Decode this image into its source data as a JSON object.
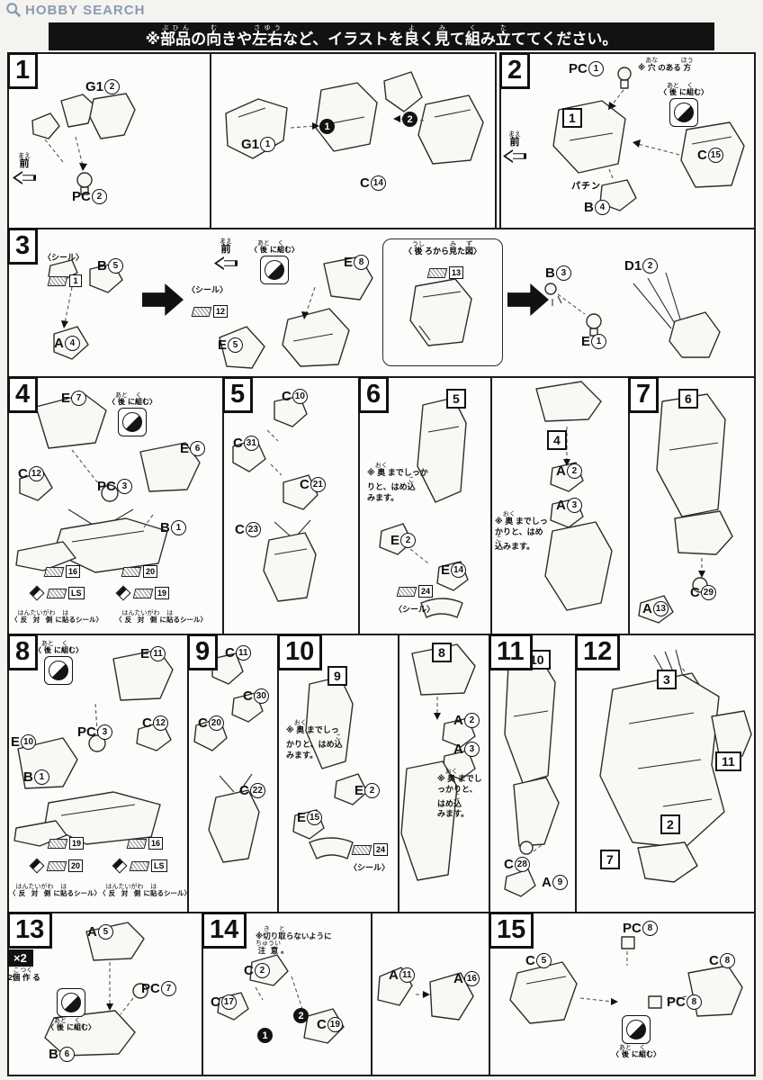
{
  "page": {
    "logo": "HOBBY SEARCH",
    "banner": [
      {
        "b": "※",
        "r": ""
      },
      {
        "b": "部品",
        "r": "ぶひん"
      },
      {
        "b": "の",
        "r": ""
      },
      {
        "b": "向",
        "r": "む"
      },
      {
        "b": "きや",
        "r": ""
      },
      {
        "b": "左右",
        "r": "さゆう"
      },
      {
        "b": "など、イラストを",
        "r": ""
      },
      {
        "b": "良",
        "r": "よ"
      },
      {
        "b": "く",
        "r": ""
      },
      {
        "b": "見",
        "r": "み"
      },
      {
        "b": "て",
        "r": ""
      },
      {
        "b": "組",
        "r": "く"
      },
      {
        "b": "み",
        "r": ""
      },
      {
        "b": "立",
        "r": "た"
      },
      {
        "b": "ててください。",
        "r": ""
      }
    ]
  },
  "common": {
    "front": [
      {
        "b": "前",
        "r": "まえ"
      }
    ],
    "later": [
      {
        "b": "〈",
        "r": ""
      },
      {
        "b": "後",
        "r": "あと"
      },
      {
        "b": "に",
        "r": ""
      },
      {
        "b": "組",
        "r": "く"
      },
      {
        "b": "む〉",
        "r": ""
      }
    ],
    "seal_label": "〈シール〉",
    "fit_note": [
      {
        "b": "※",
        "r": ""
      },
      {
        "b": "奥",
        "r": "おく"
      },
      {
        "b": "まで",
        "r": ""
      },
      {
        "b": "しっかりと、",
        "r": ""
      },
      {
        "b": "はめ",
        "r": ""
      },
      {
        "b": "込",
        "r": "こ"
      },
      {
        "b": "みます。",
        "r": ""
      }
    ],
    "opposite": [
      {
        "b": "〈",
        "r": ""
      },
      {
        "b": "反対側",
        "r": "はんたいがわ"
      },
      {
        "b": "に",
        "r": ""
      },
      {
        "b": "貼",
        "r": "は"
      },
      {
        "b": "るシール〉",
        "r": ""
      }
    ],
    "rear_view": [
      {
        "b": "〈",
        "r": ""
      },
      {
        "b": "後",
        "r": "うし"
      },
      {
        "b": "ろから",
        "r": ""
      },
      {
        "b": "見",
        "r": "み"
      },
      {
        "b": "た",
        "r": ""
      },
      {
        "b": "図",
        "r": "ず"
      },
      {
        "b": "〉",
        "r": ""
      }
    ],
    "pachin": "パチン"
  },
  "steps": {
    "s1": {
      "num": "1",
      "parts": [
        {
          "p": "G1",
          "n": "2"
        },
        {
          "p": "PC",
          "n": "2"
        },
        {
          "p": "G1",
          "n": "1"
        },
        {
          "p": "C",
          "n": "14"
        }
      ],
      "markers": [
        "1",
        "2"
      ]
    },
    "s2": {
      "num": "2",
      "ref": "1",
      "parts": [
        {
          "p": "PC",
          "n": "1"
        },
        {
          "p": "C",
          "n": "15"
        },
        {
          "p": "B",
          "n": "4"
        }
      ],
      "hole_note": [
        {
          "b": "※",
          "r": ""
        },
        {
          "b": "穴",
          "r": "あな"
        },
        {
          "b": "のある",
          "r": ""
        },
        {
          "b": "方",
          "r": "ほう"
        }
      ]
    },
    "s3": {
      "num": "3",
      "parts": [
        {
          "p": "B",
          "n": "5"
        },
        {
          "p": "A",
          "n": "4"
        },
        {
          "p": "E",
          "n": "8"
        },
        {
          "p": "E",
          "n": "5"
        },
        {
          "p": "B",
          "n": "3"
        },
        {
          "p": "E",
          "n": "1"
        },
        {
          "p": "D1",
          "n": "2"
        }
      ],
      "seals": [
        "1",
        "12",
        "13"
      ]
    },
    "s4": {
      "num": "4",
      "parts": [
        {
          "p": "E",
          "n": "7"
        },
        {
          "p": "E",
          "n": "6"
        },
        {
          "p": "C",
          "n": "12"
        },
        {
          "p": "PC",
          "n": "3"
        },
        {
          "p": "B",
          "n": "1"
        }
      ],
      "seals": [
        "16",
        "20",
        "LS",
        "19"
      ]
    },
    "s5": {
      "num": "5",
      "parts": [
        {
          "p": "C",
          "n": "10"
        },
        {
          "p": "C",
          "n": "31"
        },
        {
          "p": "C",
          "n": "21"
        },
        {
          "p": "C",
          "n": "23"
        }
      ]
    },
    "s6": {
      "num": "6",
      "refs": [
        "5",
        "4"
      ],
      "parts": [
        {
          "p": "E",
          "n": "2"
        },
        {
          "p": "E",
          "n": "14"
        },
        {
          "p": "A",
          "n": "2"
        },
        {
          "p": "A",
          "n": "3"
        }
      ],
      "seal": "24"
    },
    "s7": {
      "num": "7",
      "ref": "6",
      "parts": [
        {
          "p": "C",
          "n": "29"
        },
        {
          "p": "A",
          "n": "13"
        }
      ]
    },
    "s8": {
      "num": "8",
      "parts": [
        {
          "p": "E",
          "n": "11"
        },
        {
          "p": "C",
          "n": "12"
        },
        {
          "p": "PC",
          "n": "3"
        },
        {
          "p": "E",
          "n": "10"
        },
        {
          "p": "B",
          "n": "1"
        }
      ],
      "seals": [
        "19",
        "16",
        "20",
        "LS"
      ]
    },
    "s9": {
      "num": "9",
      "parts": [
        {
          "p": "C",
          "n": "11"
        },
        {
          "p": "C",
          "n": "30"
        },
        {
          "p": "C",
          "n": "20"
        },
        {
          "p": "C",
          "n": "22"
        }
      ]
    },
    "s10": {
      "num": "10",
      "refs": [
        "9",
        "8"
      ],
      "parts": [
        {
          "p": "E",
          "n": "2"
        },
        {
          "p": "E",
          "n": "15"
        },
        {
          "p": "A",
          "n": "2"
        },
        {
          "p": "A",
          "n": "3"
        }
      ],
      "seal": "24"
    },
    "s11": {
      "num": "11",
      "ref": "10",
      "parts": [
        {
          "p": "C",
          "n": "28"
        },
        {
          "p": "A",
          "n": "9"
        }
      ]
    },
    "s12": {
      "num": "12",
      "refs": [
        "3",
        "11",
        "2",
        "7"
      ]
    },
    "s13": {
      "num": "13",
      "multiplier": "×2",
      "make_note": [
        {
          "b": "2",
          "r": ""
        },
        {
          "b": "個",
          "r": "こ"
        },
        {
          "b": "作",
          "r": "つく"
        },
        {
          "b": "る",
          "r": ""
        }
      ],
      "parts": [
        {
          "p": "A",
          "n": "5"
        },
        {
          "p": "PC",
          "n": "7"
        },
        {
          "p": "B",
          "n": "6"
        }
      ]
    },
    "s14": {
      "num": "14",
      "markers": [
        "1",
        "2"
      ],
      "parts": [
        {
          "p": "C",
          "n": "2"
        },
        {
          "p": "C",
          "n": "17"
        },
        {
          "p": "C",
          "n": "19"
        },
        {
          "p": "A",
          "n": "11"
        },
        {
          "p": "A",
          "n": "16"
        }
      ],
      "cut_note": [
        {
          "b": "※",
          "r": ""
        },
        {
          "b": "切",
          "r": "き"
        },
        {
          "b": "り",
          "r": ""
        },
        {
          "b": "取",
          "r": "と"
        },
        {
          "b": "らないように",
          "r": ""
        },
        {
          "b": "注意",
          "r": "ちゅうい"
        },
        {
          "b": "。",
          "r": ""
        }
      ]
    },
    "s15": {
      "num": "15",
      "parts": [
        {
          "p": "PC",
          "n": "8"
        },
        {
          "p": "C",
          "n": "5"
        },
        {
          "p": "C",
          "n": "8"
        },
        {
          "p": "PC",
          "n": "8"
        }
      ]
    }
  }
}
